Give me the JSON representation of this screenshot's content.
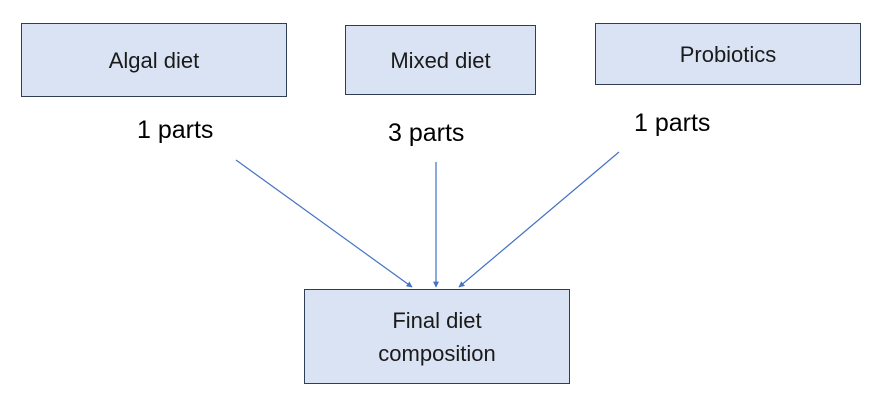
{
  "diagram": {
    "inputs": [
      {
        "label": "Algal diet",
        "ratio": "1 parts"
      },
      {
        "label": "Mixed diet",
        "ratio": "3 parts"
      },
      {
        "label": "Probiotics",
        "ratio": "1 parts"
      }
    ],
    "output": {
      "label": "Final diet composition"
    }
  },
  "colors": {
    "box_fill": "#dae3f3",
    "box_border": "#2f3e56",
    "arrow": "#4472c4"
  }
}
